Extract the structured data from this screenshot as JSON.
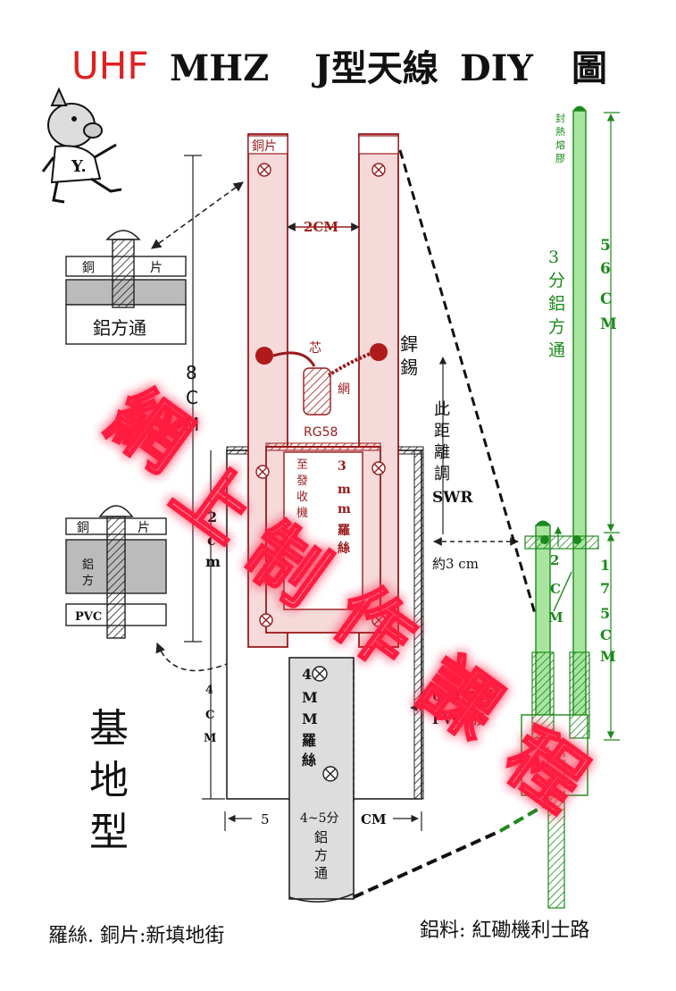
{
  "title": {
    "uhf": "UHF",
    "mhz": "MHZ",
    "j": "J型天線",
    "diy": "DIY",
    "tu": "圖"
  },
  "mascot": {
    "shirt": "Y."
  },
  "left_diagram": {
    "copper_label": "銅片",
    "width_label": "2CM",
    "core": "芯",
    "solder_1": "銲",
    "solder_2": "錫",
    "mesh": "網",
    "coax": "RG58",
    "to_tx_1": "至",
    "to_tx_2": "發",
    "to_tx_3": "收",
    "to_tx_4": "機",
    "screw3": [
      "3",
      "m",
      "m",
      "羅",
      "絲"
    ],
    "distance_note": [
      "此",
      "距",
      "離",
      "調"
    ],
    "swr": "SWR",
    "about3": "約3 cm",
    "eight_cm": [
      "8",
      "C",
      "M"
    ],
    "two_cm": [
      "2",
      "c",
      "m"
    ],
    "four_cm": [
      "4",
      "C",
      "M"
    ],
    "screw4": [
      "4",
      "M",
      "M",
      "羅",
      "絲"
    ],
    "pvc_6mm": "6 MM 厚",
    "pvc_glue_a": "PVC",
    "pvc_glue_b": "膠",
    "bottom_5": "5",
    "bottom_cm": "CM",
    "bottom_45": "4~5分",
    "al_tube": [
      "鋁",
      "方",
      "通"
    ]
  },
  "detail1": {
    "copper_a": "銅",
    "copper_b": "片",
    "al": "鋁方通"
  },
  "detail2": {
    "copper_a": "銅",
    "copper_b": "片",
    "al_a": "鋁",
    "al_b": "方",
    "pvc": "PVC"
  },
  "base_type": [
    "基",
    "地",
    "型"
  ],
  "right_diagram": {
    "heat_glue": [
      "封",
      "熱",
      "熔",
      "膠"
    ],
    "al_label": [
      "3",
      "分",
      "鋁",
      "方",
      "通"
    ],
    "len56": [
      "5",
      "6",
      "C",
      "M"
    ],
    "len2": [
      "2",
      "C",
      "M"
    ],
    "len175": [
      "1",
      "7",
      "5",
      "C",
      "M"
    ]
  },
  "watermark": "網上制作課程",
  "footer": {
    "left": "羅絲. 銅片:新填地街",
    "right": "鋁料: 紅磡機利士路"
  },
  "colors": {
    "red": "#e02020",
    "dark_red": "#9a1a1a",
    "pink_fill": "#f6dada",
    "green": "#22aa22",
    "green_fill": "#a8e6a0",
    "watermark": "#ff1a40"
  }
}
